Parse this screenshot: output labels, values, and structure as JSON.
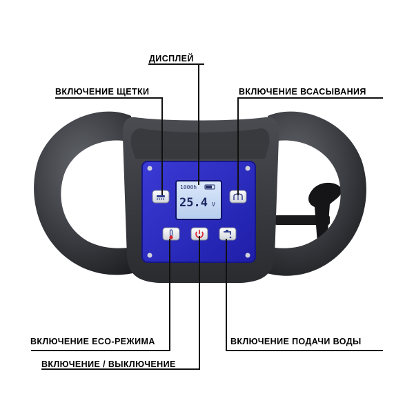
{
  "labels": {
    "display": "ДИСПЛЕЙ",
    "brush": "ВКЛЮЧЕНИЕ ЩЕТКИ",
    "suction": "ВКЛЮЧЕНИЕ ВСАСЫВАНИЯ",
    "eco": "ВКЛЮЧЕНИЕ ECO-РЕЖИМА",
    "water": "ВКЛЮЧЕНИЕ ПОДАЧИ ВОДЫ",
    "power": "ВКЛЮЧЕНИЕ / ВЫКЛЮЧЕНИЕ"
  },
  "lcd": {
    "top_readout": "1000h",
    "main_value": "25.4",
    "unit": "V"
  },
  "colors": {
    "panel_blue": "#2f2ec8",
    "handle_dark": "#3a3c40",
    "lcd_bg": "#c9dcf4",
    "power_red": "#d8202a"
  },
  "icons": {
    "brush": "brush-icon",
    "suction": "suction-icon",
    "eco": "thermometer-icon",
    "power": "power-icon",
    "water": "water-tap-icon"
  }
}
